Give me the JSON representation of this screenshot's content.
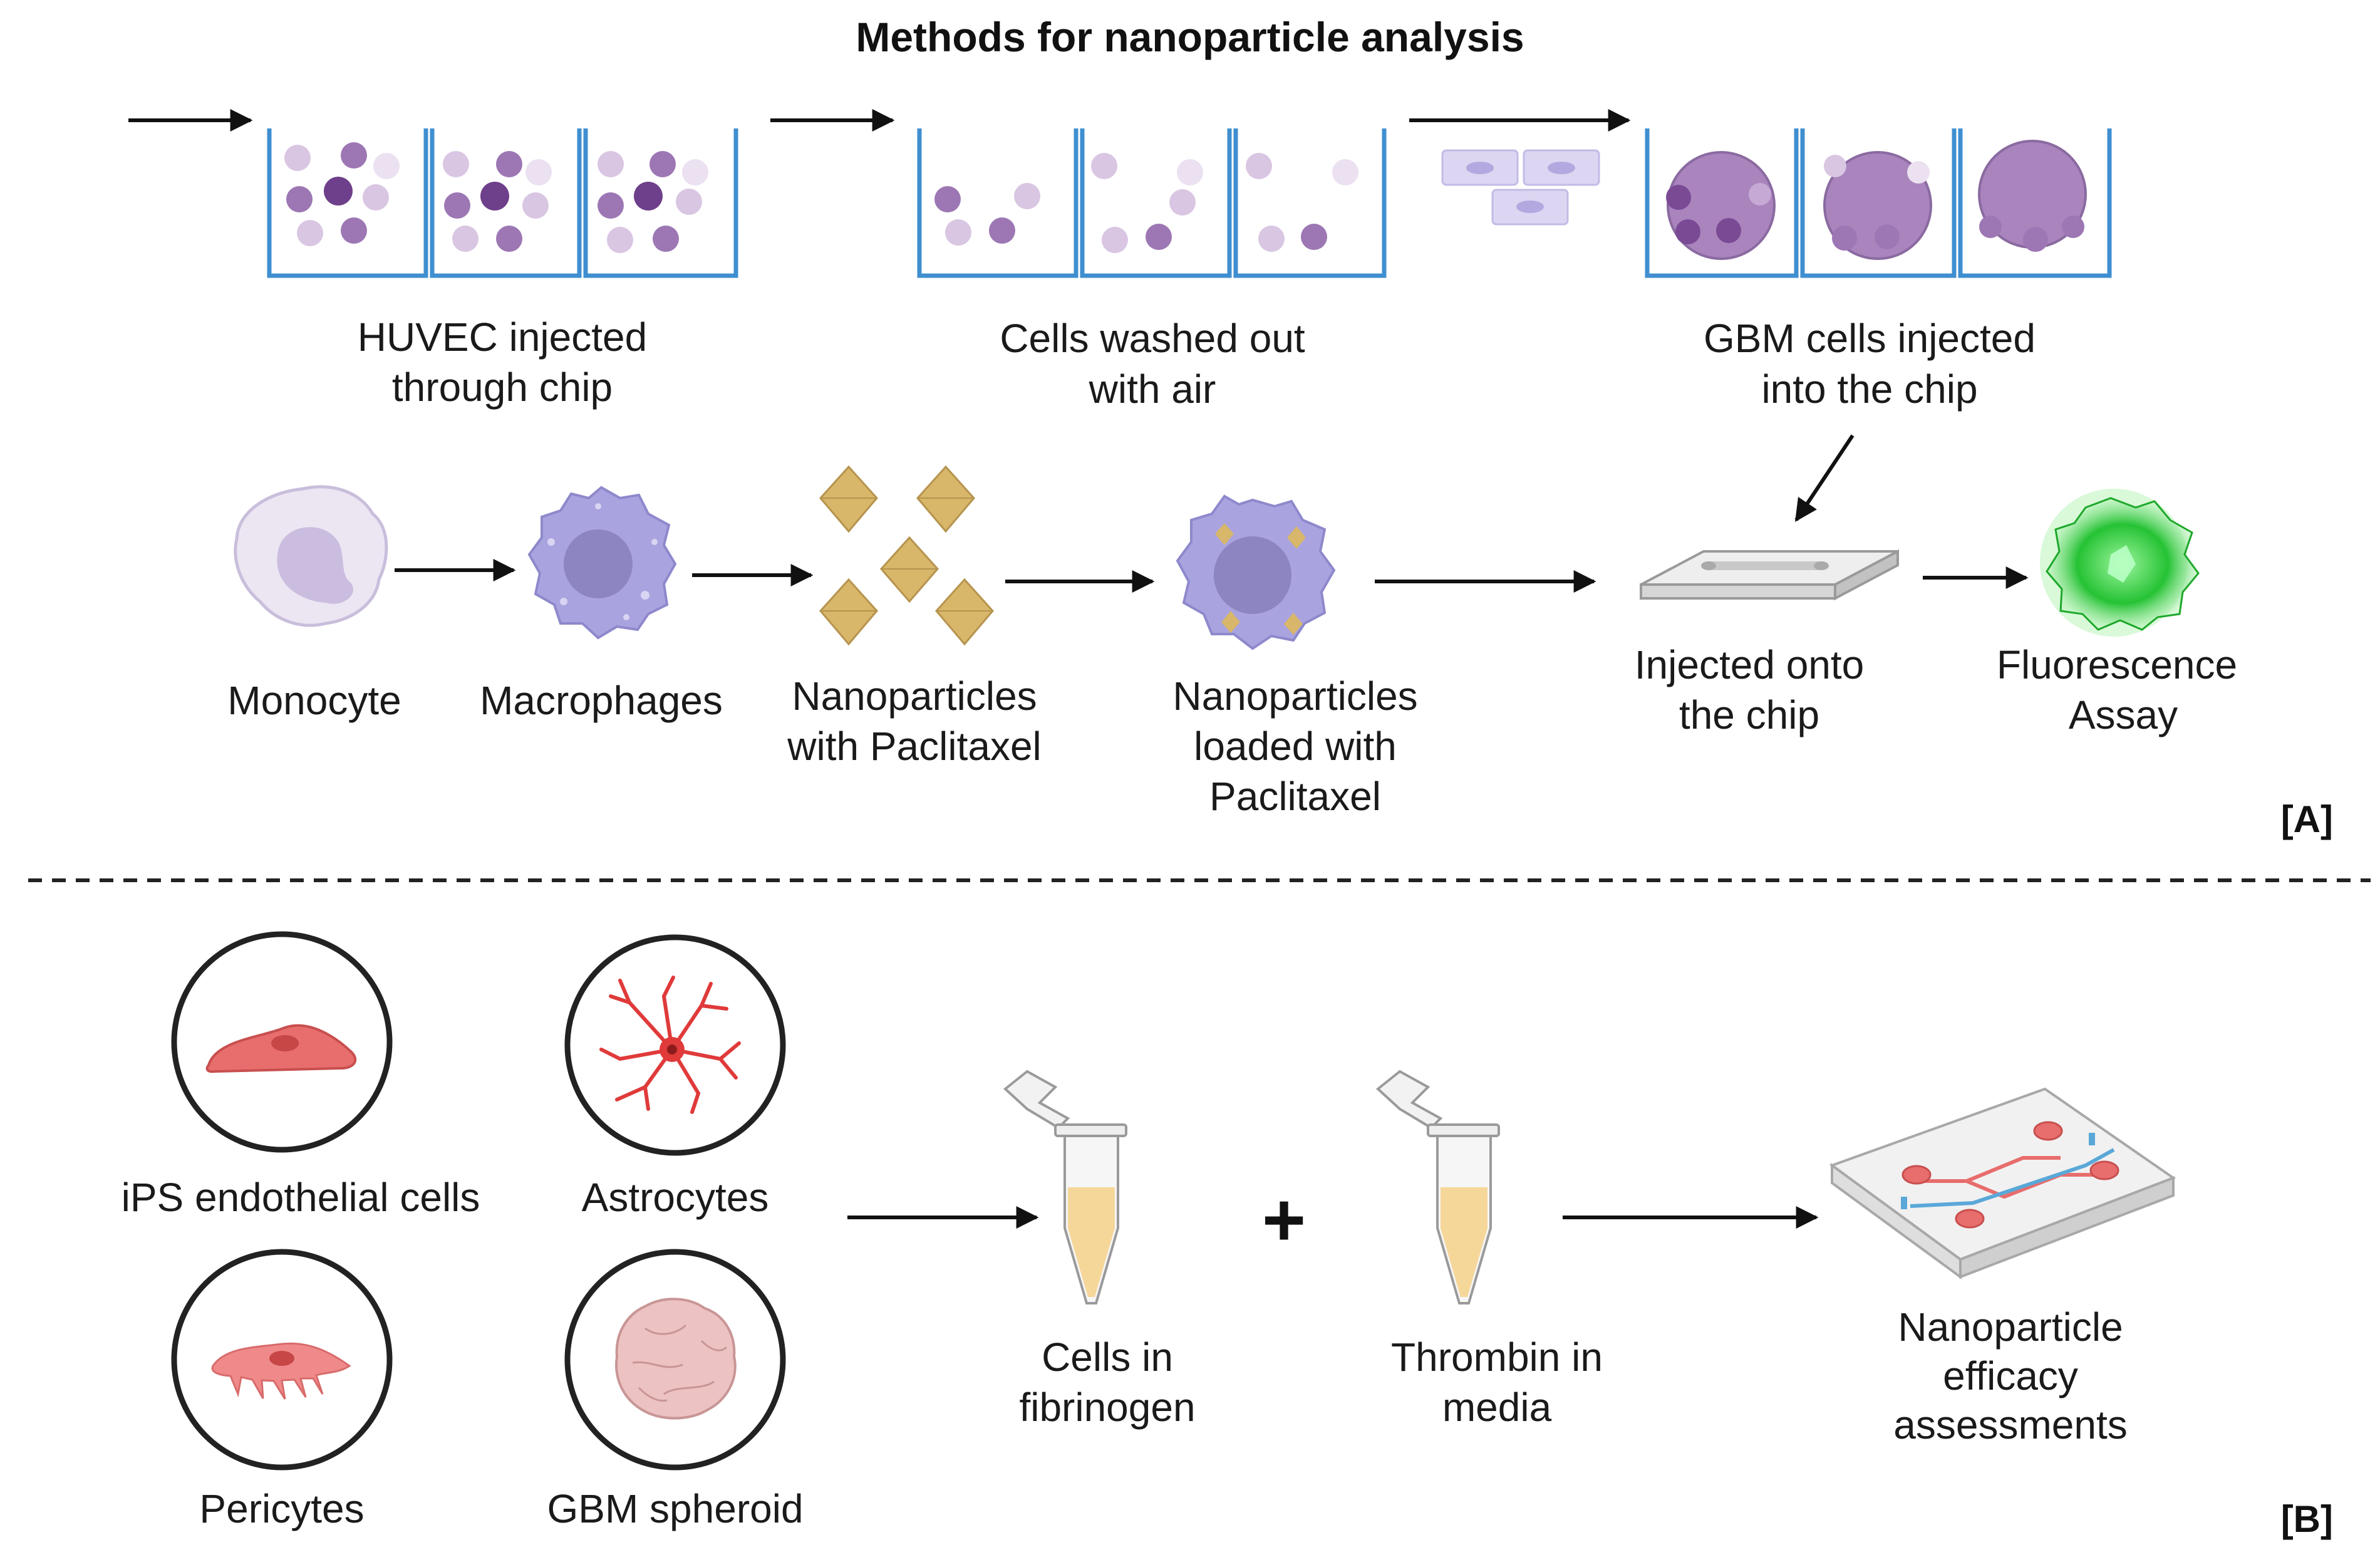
{
  "title": "Methods for nanoparticle analysis",
  "panel_a": {
    "tag": "[A]",
    "steps_top": [
      {
        "line1": "HUVEC injected",
        "line2": "through chip"
      },
      {
        "line1": "Cells washed out",
        "line2": "with air"
      },
      {
        "line1": "GBM cells injected",
        "line2": "into the chip"
      }
    ],
    "steps_flow": [
      {
        "line1": "Monocyte",
        "line2": ""
      },
      {
        "line1": "Macrophages",
        "line2": ""
      },
      {
        "line1": "Nanoparticles",
        "line2": "with Paclitaxel"
      },
      {
        "line1": "Nanoparticles",
        "line2": "loaded with",
        "line3": "Paclitaxel"
      },
      {
        "line1": "Injected onto",
        "line2": "the chip"
      },
      {
        "line1": "Fluorescence",
        "line2": "Assay"
      }
    ]
  },
  "panel_b": {
    "tag": "[B]",
    "cells": [
      "iPS endothelial cells",
      "Astrocytes",
      "Pericytes",
      "GBM spheroid"
    ],
    "tube1": {
      "line1": "Cells in",
      "line2": "fibrinogen"
    },
    "plus": "+",
    "tube2": {
      "line1": "Thrombin in",
      "line2": "media"
    },
    "result": {
      "line1": "Nanoparticle",
      "line2": "efficacy",
      "line3": "assessments"
    }
  },
  "colors": {
    "well": "#3f8fd0",
    "purple_dark": "#7b4a95",
    "purple_light": "#d9c6e3",
    "macrophage": "#a9a4df",
    "nanoparticle": "#d8b66a",
    "fluorescence": "#2ecc40",
    "endothelial": "#e86d6d",
    "tube_fill": "#f6d79a"
  }
}
